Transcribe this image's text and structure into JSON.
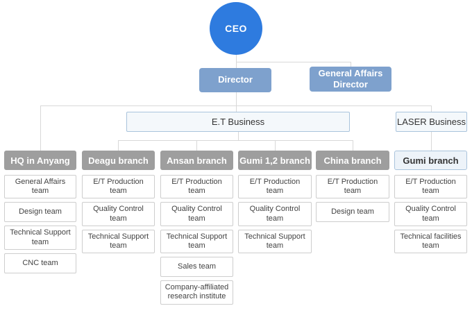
{
  "chart": {
    "title": "Organization chart",
    "ceo": {
      "label": "CEO"
    },
    "director": {
      "label": "Director"
    },
    "general_affairs_director": {
      "label": "General Affairs\nDirector"
    },
    "divisions": [
      {
        "label": "E.T Business"
      },
      {
        "label": "LASER Business"
      }
    ],
    "branches": [
      {
        "label": "HQ in Anyang",
        "style": "gray",
        "teams": [
          "General Affairs\nteam",
          "Design team",
          "Technical Support\nteam",
          "CNC team"
        ]
      },
      {
        "label": "Deagu branch",
        "style": "gray",
        "teams": [
          "E/T Production\nteam",
          "Quality Control\nteam",
          "Technical Support\nteam"
        ]
      },
      {
        "label": "Ansan branch",
        "style": "gray",
        "teams": [
          "E/T Production\nteam",
          "Quality Control\nteam",
          "Technical Support\nteam",
          "Sales team",
          "Company-affiliated\nresearch institute"
        ]
      },
      {
        "label": "Gumi 1,2 branch",
        "style": "gray",
        "teams": [
          "E/T Production\nteam",
          "Quality Control\nteam",
          "Technical Support\nteam"
        ]
      },
      {
        "label": "China branch",
        "style": "gray",
        "teams": [
          "E/T Production\nteam",
          "Design team"
        ]
      },
      {
        "label": "Gumi branch",
        "style": "light",
        "teams": [
          "E/T Production\nteam",
          "Quality Control\nteam",
          "Technical facilities\nteam"
        ]
      }
    ],
    "colors": {
      "ceo_circle": "#2e7bdf",
      "director_box": "#7ea1cd",
      "branch_gray": "#9e9e9e",
      "business_bg": "#f4f8fb",
      "gumi_branch_bg": "#edf3f9",
      "blue_border": "#a9c3dc",
      "team_border": "#cdcdcd",
      "connector_line": "#d8d8d8",
      "dark_text": "#333333"
    }
  }
}
